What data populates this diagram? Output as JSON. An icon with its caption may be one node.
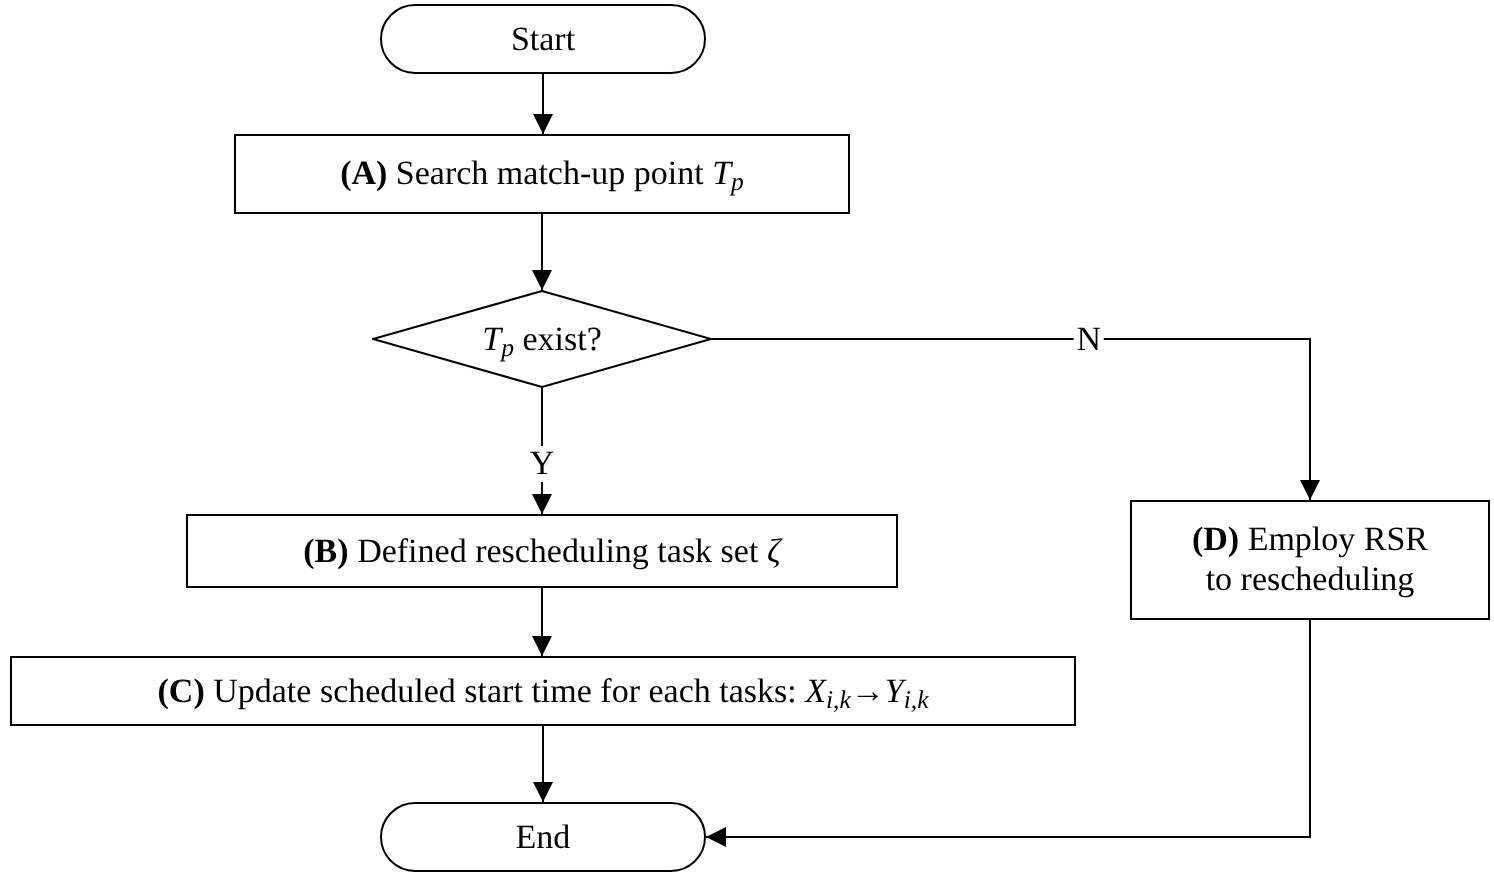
{
  "diagram": {
    "nodes": [
      {
        "text": [
          "Start"
        ]
      },
      {
        "text": [
          "**(A)** Search match-up point *T*$_{p}$"
        ]
      },
      {
        "text": [
          "*T*$_{p}$ exist?"
        ]
      },
      {
        "text": [
          "**(B)** Defined rescheduling task set *ζ*"
        ]
      },
      {
        "text": [
          "**(C)** Update scheduled start time for each tasks: *X*$_{i,k}$→*Y*$_{i,k}$"
        ]
      },
      {
        "text": [
          "**(D)** Employ RSR to rescheduling"
        ]
      },
      {
        "text": [
          "End"
        ]
      }
    ],
    "edges": [
      {
        "from": 0,
        "to": 1,
        "arrow": "to"
      },
      {
        "from": 1,
        "to": 2,
        "arrow": "to"
      },
      {
        "from": 2,
        "to": 3,
        "arrow": "to",
        "label": "Y"
      },
      {
        "from": 3,
        "to": 4,
        "arrow": "to"
      },
      {
        "from": 4,
        "to": 6,
        "arrow": "to"
      },
      {
        "from": 2,
        "to": 5,
        "arrow": "to",
        "label": "N"
      },
      {
        "from": 5,
        "to": 6,
        "arrow": "to"
      }
    ]
  }
}
